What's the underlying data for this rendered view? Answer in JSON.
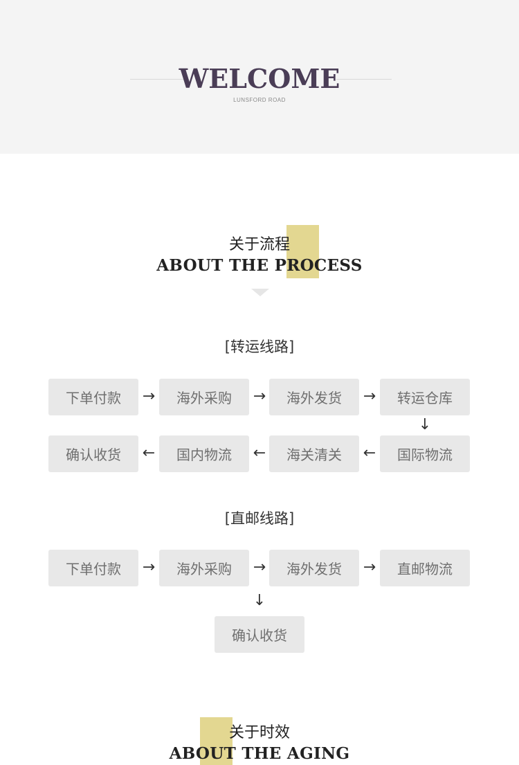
{
  "hero": {
    "title": "WELCOME",
    "subtitle": "LUNSFORD ROAD"
  },
  "process_section": {
    "title_cn": "关于流程",
    "title_en": "ABOUT THE PROCESS"
  },
  "transfer_route": {
    "title": "[转运线路]",
    "row1": [
      "下单付款",
      "海外采购",
      "海外发货",
      "转运仓库"
    ],
    "row2": [
      "确认收货",
      "国内物流",
      "海关清关",
      "国际物流"
    ],
    "arrow_right": "→",
    "arrow_left": "←",
    "arrow_down": "↓"
  },
  "direct_route": {
    "title": "[直邮线路]",
    "row1": [
      "下单付款",
      "海外采购",
      "海外发货",
      "直邮物流"
    ],
    "final": "确认收货",
    "arrow_right": "→",
    "arrow_down": "↓"
  },
  "aging_section": {
    "title_cn": "关于时效",
    "title_en": "ABOUT THE AGING"
  },
  "colors": {
    "hero_bg": "#f4f4f4",
    "title_purple": "#4a3d56",
    "accent_yellow": "#e2d58b",
    "step_bg": "#e8e8e8"
  }
}
